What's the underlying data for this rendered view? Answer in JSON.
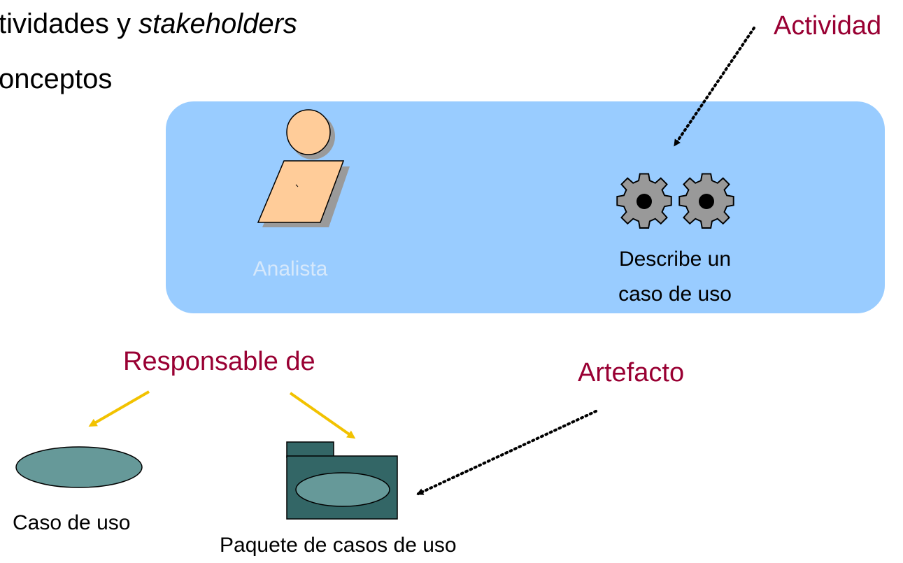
{
  "bullets": {
    "line1_prefix": "tividades y ",
    "line1_italic": "stakeholders",
    "line2": "onceptos"
  },
  "callouts": {
    "actividad": "Actividad",
    "responsable": "Responsable de",
    "artefacto": "Artefacto"
  },
  "worker": {
    "name": "Analista"
  },
  "activity": {
    "line1": "Describe un",
    "line2": "caso de uso"
  },
  "artifacts": {
    "use_case": "Caso de uso",
    "package": "Paquete de casos de uso"
  },
  "colors": {
    "panel": "#99ccff",
    "callout_text": "#990033",
    "worker_fill": "#ffcc99",
    "artifact_fill": "#669999",
    "package_fill": "#336666",
    "arrow_yellow": "#f2c200",
    "gear_fill": "#999999"
  },
  "icons": [
    "worker-icon",
    "gear-icon",
    "use-case-ellipse-icon",
    "package-folder-icon"
  ]
}
